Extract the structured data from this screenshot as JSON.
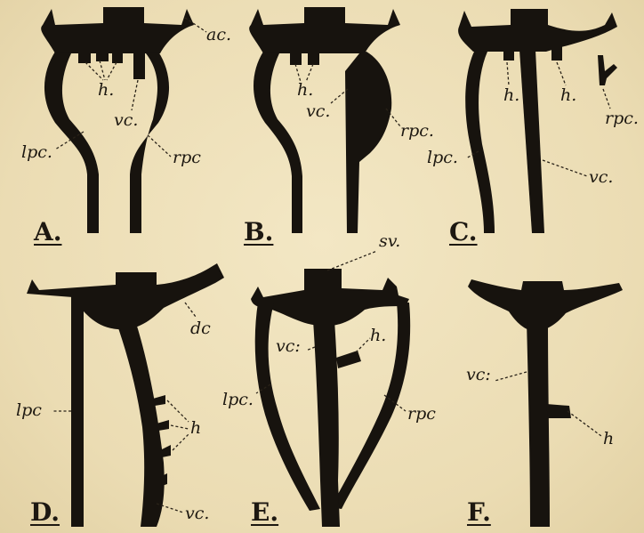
{
  "panels": [
    {
      "id": "A",
      "label": "A."
    },
    {
      "id": "B",
      "label": "B."
    },
    {
      "id": "C",
      "label": "C."
    },
    {
      "id": "D",
      "label": "D."
    },
    {
      "id": "E",
      "label": "E."
    },
    {
      "id": "F",
      "label": "F."
    }
  ],
  "labels": {
    "ac": "ac.",
    "h_dot": "h.",
    "h": "h",
    "vc_dot": "vc.",
    "vc_colon": "vc:",
    "lpc_dot": "lpc.",
    "lpc": "lpc",
    "rpc_dot": "rpc.",
    "rpc": "rpc",
    "sv": "sv.",
    "dc": "dc"
  }
}
